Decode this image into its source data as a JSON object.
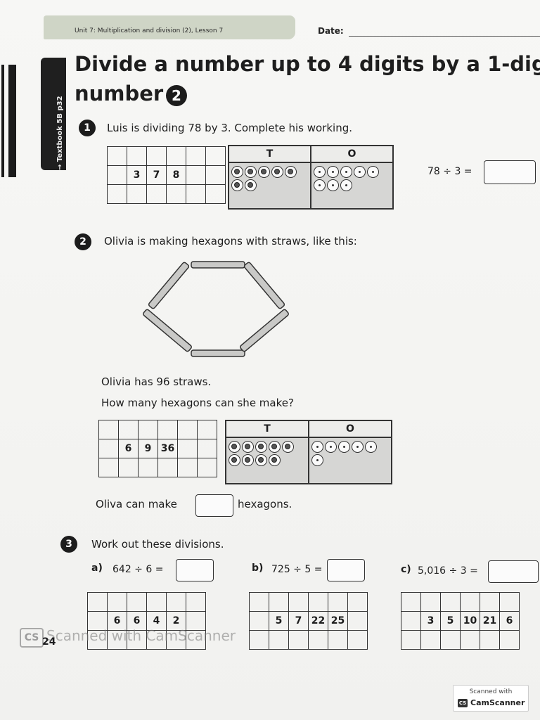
{
  "header": {
    "unit": "Unit 7: Multiplication and division (2), Lesson 7",
    "date_label": "Date:"
  },
  "tab": {
    "text": "→ Textbook 5B p32"
  },
  "title": {
    "line1": "Divide a number up to 4 digits by a 1-dig",
    "line2": "number",
    "badge": "2"
  },
  "q1": {
    "number": "1",
    "text": "Luis is dividing 78 by 3. Complete his working.",
    "grid": [
      [
        "",
        "",
        "",
        "",
        "",
        ""
      ],
      [
        "",
        "3",
        "7",
        "8",
        "",
        ""
      ],
      [
        "",
        "",
        "",
        "",
        "",
        ""
      ]
    ],
    "pv": {
      "headers": [
        "T",
        "O"
      ],
      "tens": 7,
      "ones": 8
    },
    "equation": "78 ÷ 3 ="
  },
  "q2": {
    "number": "2",
    "text": "Olivia is making hexagons with straws, like this:",
    "line1": "Olivia has 96 straws.",
    "line2": "How many hexagons can she make?",
    "grid": [
      [
        "",
        "",
        "",
        "",
        "",
        ""
      ],
      [
        "",
        "6",
        "9",
        "36",
        "",
        ""
      ],
      [
        "",
        "",
        "",
        "",
        "",
        ""
      ]
    ],
    "pv": {
      "headers": [
        "T",
        "O"
      ],
      "tens": 9,
      "ones": 6
    },
    "answer_pre": "Oliva can make",
    "answer_post": "hexagons."
  },
  "q3": {
    "number": "3",
    "text": "Work out these divisions.",
    "a": {
      "label": "a)",
      "expr": "642 ÷ 6 =",
      "grid": [
        [
          "",
          "",
          "",
          "",
          "",
          ""
        ],
        [
          "",
          "6",
          "6",
          "4",
          "2",
          ""
        ],
        [
          "",
          "",
          "",
          "",
          "",
          ""
        ]
      ]
    },
    "b": {
      "label": "b)",
      "expr": "725 ÷ 5 =",
      "grid": [
        [
          "",
          "",
          "",
          "",
          "",
          ""
        ],
        [
          "",
          "5",
          "7",
          "22",
          "25",
          ""
        ],
        [
          "",
          "",
          "",
          "",
          "",
          ""
        ]
      ]
    },
    "c": {
      "label": "c)",
      "expr": "5,016 ÷ 3 =",
      "grid": [
        [
          "",
          "",
          "",
          "",
          "",
          ""
        ],
        [
          "",
          "3",
          "5",
          "10",
          "21",
          "6"
        ],
        [
          "",
          "",
          "",
          "",
          "",
          ""
        ]
      ]
    }
  },
  "watermark": {
    "cs": "CS",
    "text": "Scanned with CamScanner"
  },
  "page_number": "24",
  "badge": {
    "top": "Scanned with",
    "cs": "CS",
    "name": "CamScanner"
  }
}
